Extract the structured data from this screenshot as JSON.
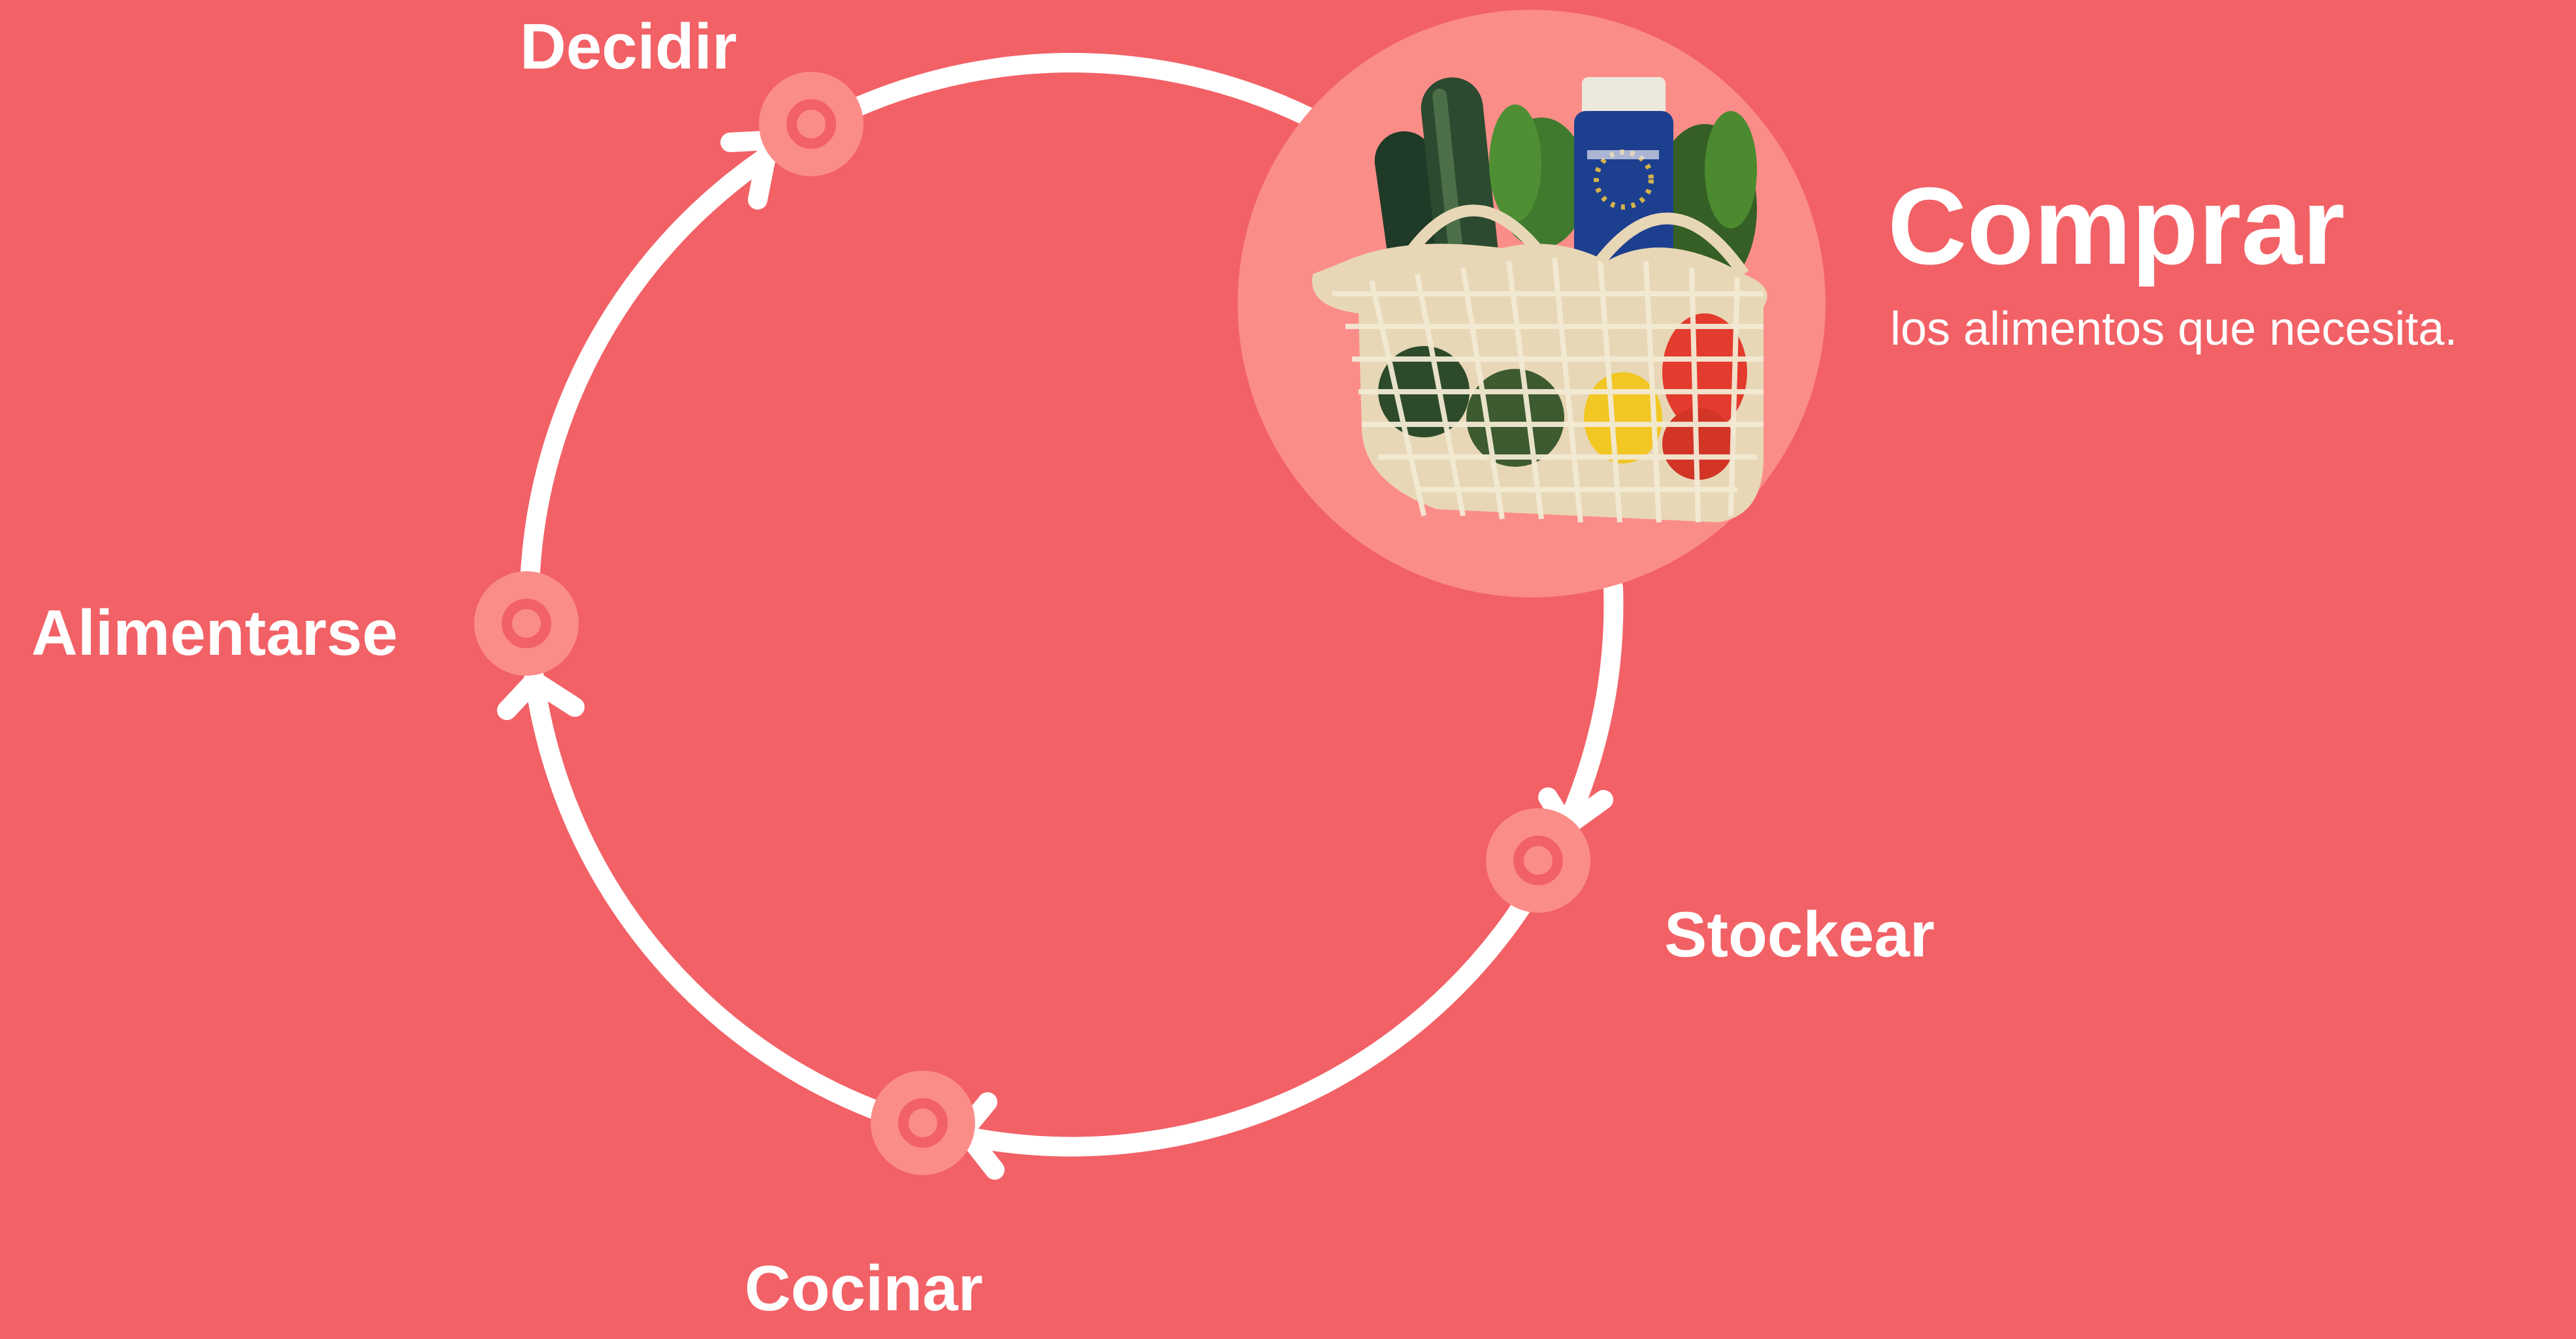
{
  "colors": {
    "background": "#f26166",
    "line": "#ffffff",
    "node_ring": "#fb8d88",
    "active_circle": "#fb8d88"
  },
  "cycle": {
    "nodes": [
      {
        "id": "decidir",
        "label": "Decidir"
      },
      {
        "id": "alimentarse",
        "label": "Alimentarse"
      },
      {
        "id": "stockear",
        "label": "Stockear"
      },
      {
        "id": "cocinar",
        "label": "Cocinar"
      }
    ],
    "active_step": {
      "title": "Comprar",
      "description": "los alimentos que necesita.",
      "image": "mesh-grocery-bag-illustration"
    }
  }
}
